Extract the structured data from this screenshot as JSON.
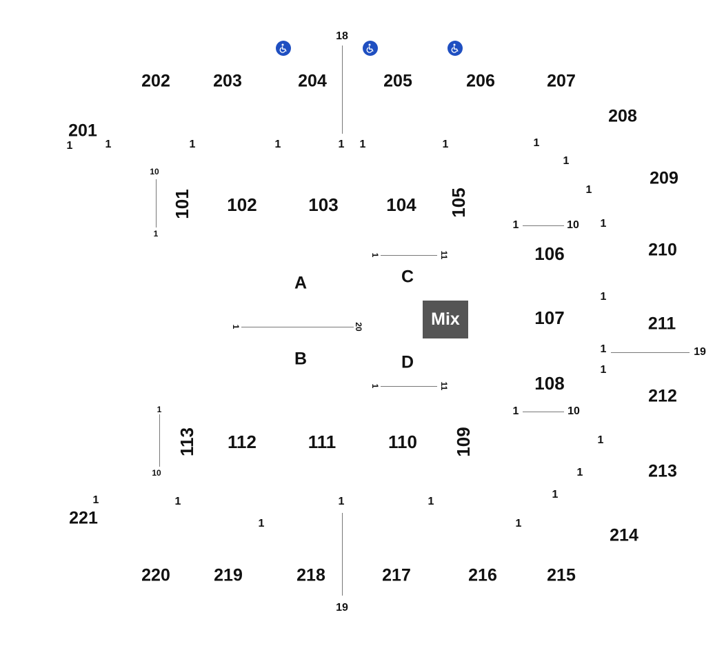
{
  "upper_sections": {
    "s201": "201",
    "s202": "202",
    "s203": "203",
    "s204": "204",
    "s205": "205",
    "s206": "206",
    "s207": "207",
    "s208": "208",
    "s209": "209",
    "s210": "210",
    "s211": "211",
    "s212": "212",
    "s213": "213",
    "s214": "214",
    "s215": "215",
    "s216": "216",
    "s217": "217",
    "s218": "218",
    "s219": "219",
    "s220": "220",
    "s221": "221"
  },
  "lower_sections": {
    "s101": "101",
    "s102": "102",
    "s103": "103",
    "s104": "104",
    "s105": "105",
    "s106": "106",
    "s107": "107",
    "s108": "108",
    "s109": "109",
    "s110": "110",
    "s111": "111",
    "s112": "112",
    "s113": "113"
  },
  "floor_sections": {
    "a": "A",
    "b": "B",
    "c": "C",
    "d": "D"
  },
  "mix_label": "Mix",
  "row_labels": {
    "one": "1",
    "ten": "10",
    "eleven": "11",
    "eighteen": "18",
    "nineteen": "19",
    "twenty": "20"
  },
  "accessibility": {
    "icon": "wheelchair-icon",
    "color": "#1f4fc1",
    "count": 3
  },
  "colors": {
    "text": "#111111",
    "mix_bg": "#555555",
    "rule": "#777777"
  }
}
